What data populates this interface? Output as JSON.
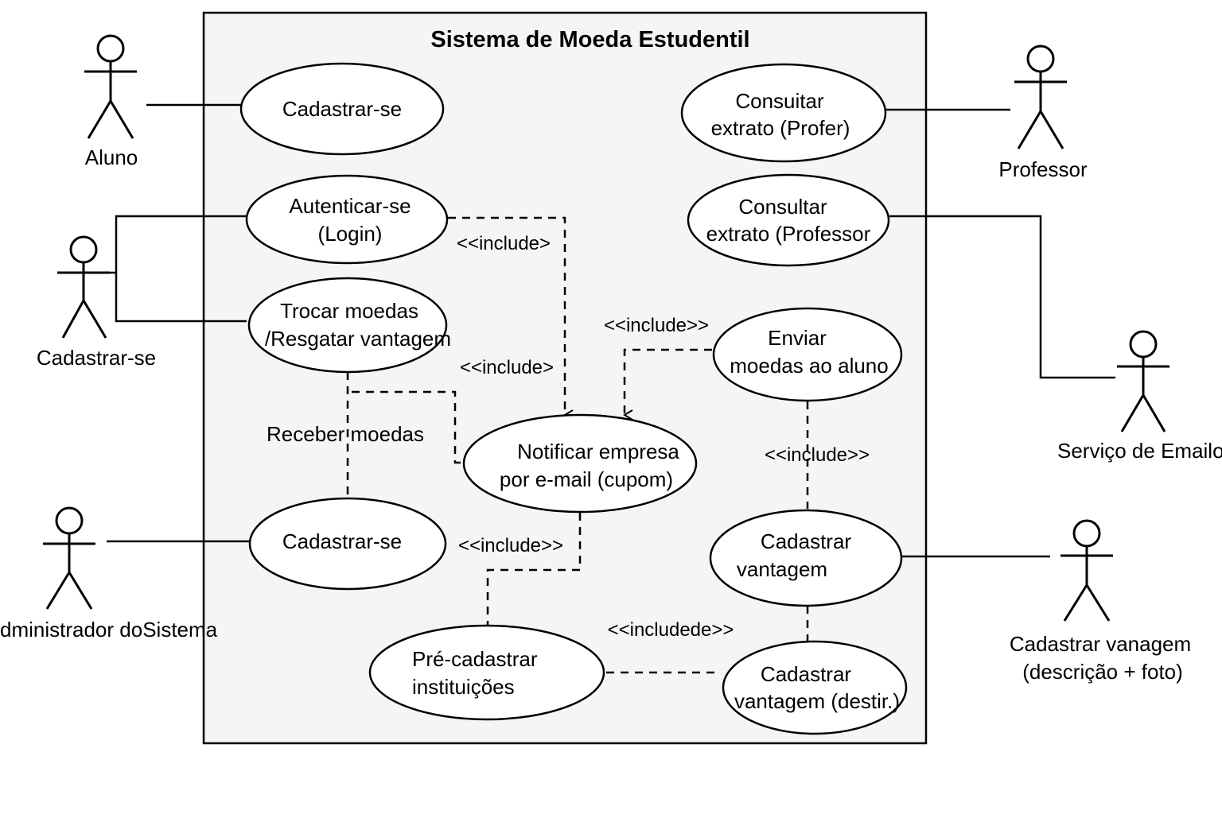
{
  "system": {
    "title": "Sistema de Moeda Estudentil"
  },
  "actors": {
    "aluno": "Aluno",
    "cadastrar": "Cadastrar-se",
    "admin": "dministrador doSistema",
    "professor": "Professor",
    "email": "Serviço de Emailo",
    "vantagem": [
      "Cadastrar vanagem",
      "(descrição + foto)"
    ]
  },
  "use_cases": {
    "cadastrar_top": [
      "Cadastrar-se"
    ],
    "autenticar": [
      "Autenticar-se",
      "(Login)"
    ],
    "trocar": [
      "Trocar moedas",
      "/Resgatar vantagem"
    ],
    "cadastrar_admin": [
      "Cadastrar-se"
    ],
    "notificar": [
      "Notificar empresa",
      "por e-mail (cupom)"
    ],
    "precadastrar": [
      "Pré-cadastrar",
      "instituições"
    ],
    "consultar_profer": [
      "Consuitar",
      "extrato (Profer)"
    ],
    "consultar_professor": [
      "Consultar",
      "extrato (Professor"
    ],
    "enviar": [
      "Enviar",
      "moedas ao aluno"
    ],
    "cad_vantagem": [
      "Cadastrar",
      "vantagem"
    ],
    "cad_vantagem_destir": [
      "Cadastrar",
      "vantagem (destir.)"
    ]
  },
  "labels": {
    "include_autenticar": "<<include>",
    "include_trocar": "<<include>",
    "include_enviar": "<<include>>",
    "receber": "Receber moedas",
    "include_notificar": "<<include>>",
    "include_vantagem": "<<include>>",
    "includede": "<<includede>>"
  }
}
